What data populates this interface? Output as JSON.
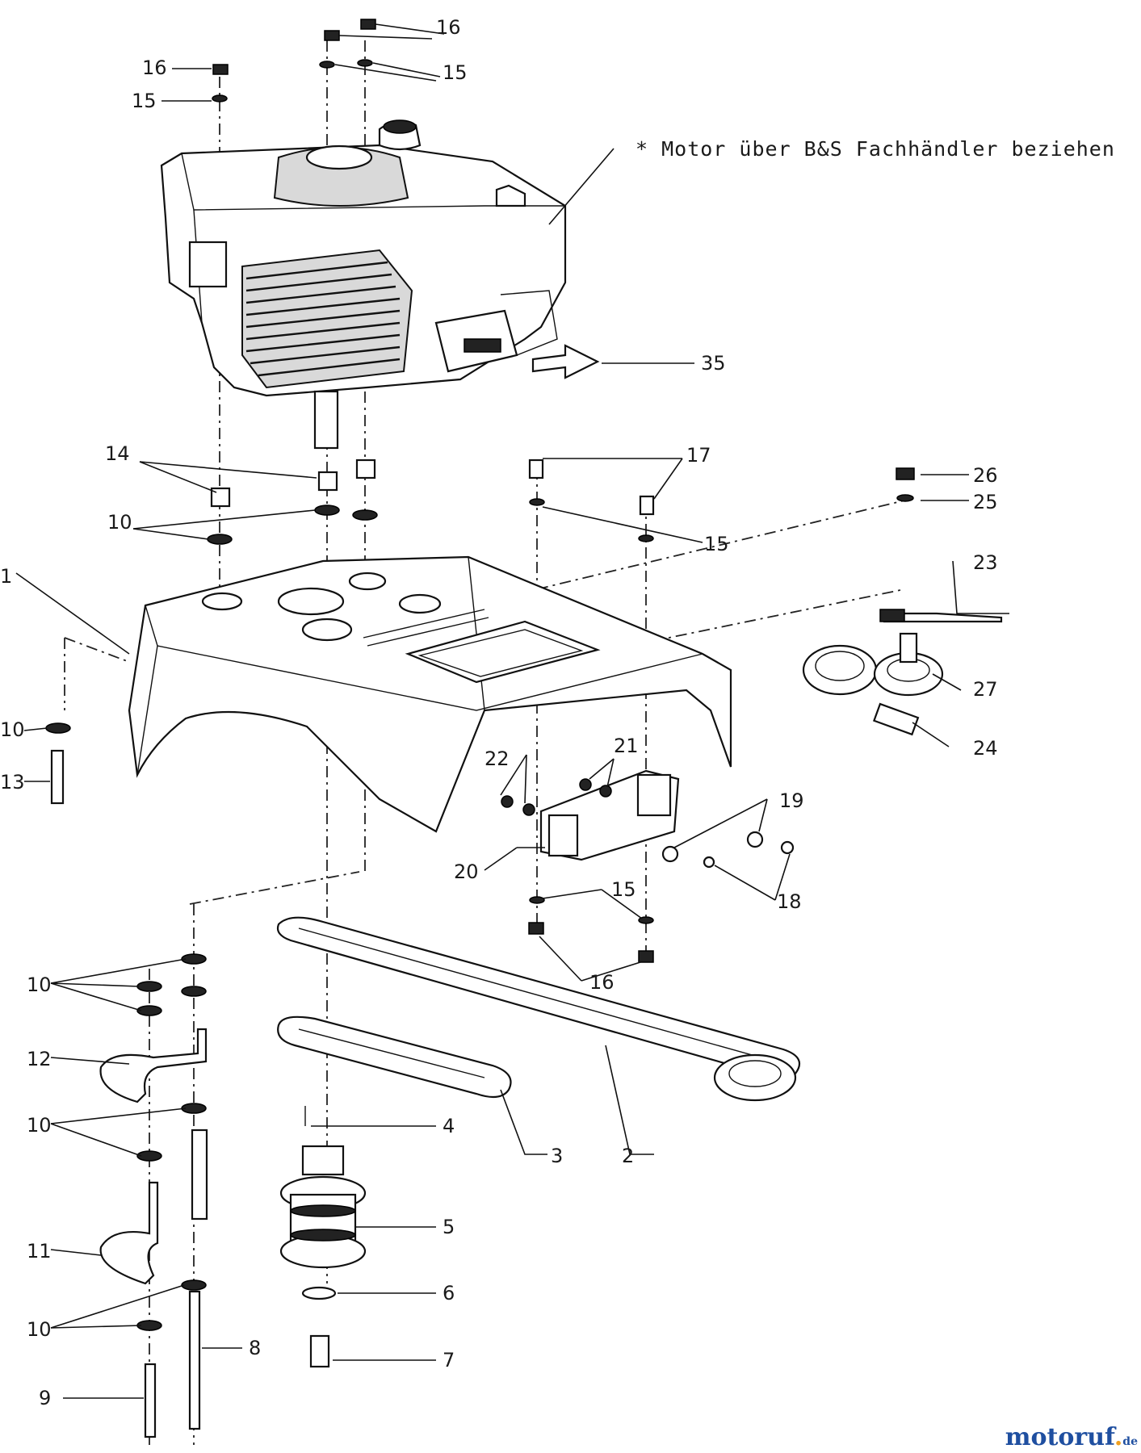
{
  "note": "* Motor über B&S Fachhändler beziehen",
  "watermark": {
    "main": "motoruf",
    "dot": ".",
    "tld": "de"
  },
  "callouts": [
    {
      "text": "16"
    },
    {
      "text": "15"
    },
    {
      "text": "16"
    },
    {
      "text": "15"
    },
    {
      "text": "35"
    },
    {
      "text": "14"
    },
    {
      "text": "10"
    },
    {
      "text": "17"
    },
    {
      "text": "26"
    },
    {
      "text": "25"
    },
    {
      "text": "15"
    },
    {
      "text": "1"
    },
    {
      "text": "23"
    },
    {
      "text": "27"
    },
    {
      "text": "24"
    },
    {
      "text": "10"
    },
    {
      "text": "13"
    },
    {
      "text": "22"
    },
    {
      "text": "21"
    },
    {
      "text": "19"
    },
    {
      "text": "20"
    },
    {
      "text": "18"
    },
    {
      "text": "15"
    },
    {
      "text": "16"
    },
    {
      "text": "10"
    },
    {
      "text": "12"
    },
    {
      "text": "10"
    },
    {
      "text": "4"
    },
    {
      "text": "3"
    },
    {
      "text": "2"
    },
    {
      "text": "5"
    },
    {
      "text": "11"
    },
    {
      "text": "6"
    },
    {
      "text": "10"
    },
    {
      "text": "8"
    },
    {
      "text": "7"
    },
    {
      "text": "9"
    }
  ]
}
